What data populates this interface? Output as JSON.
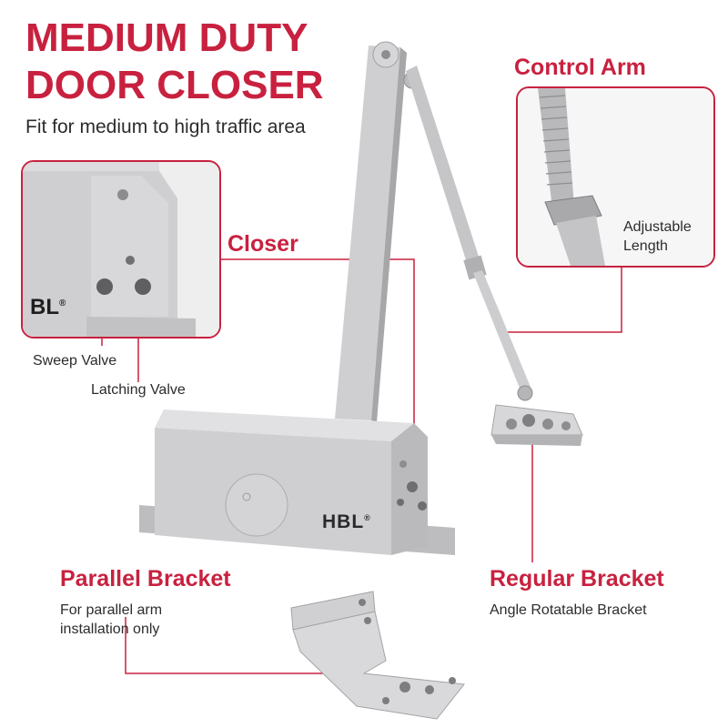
{
  "title": {
    "line1": "MEDIUM DUTY",
    "line2": "DOOR CLOSER"
  },
  "subtitle": "Fit for medium to high traffic area",
  "closer": {
    "heading": "Closer"
  },
  "control_arm": {
    "heading": "Control Arm",
    "note_line1": "Adjustable",
    "note_line2": "Length"
  },
  "valves": {
    "sweep": "Sweep Valve",
    "latching": "Latching Valve"
  },
  "parallel_bracket": {
    "heading": "Parallel Bracket",
    "note_line1": "For parallel arm",
    "note_line2": "installation only"
  },
  "regular_bracket": {
    "heading": "Regular Bracket",
    "note": "Angle Rotatable Bracket"
  },
  "brand": {
    "logo_text": "HBL",
    "inset_logo_text": "BL",
    "mark": "®"
  },
  "colors": {
    "accent": "#c8213f",
    "text": "#2c2c2c",
    "metal": "#c9c9cb",
    "metal_dark": "#a8a8ab",
    "metal_light": "#e2e2e4"
  }
}
